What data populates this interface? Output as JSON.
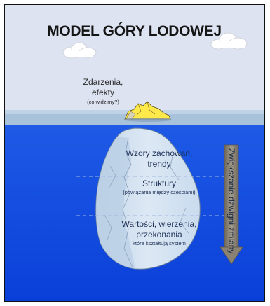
{
  "title": "MODEL GÓRY LODOWEJ",
  "above_water": {
    "label_line1": "Zdarzenia,",
    "label_line2": "efekty",
    "sublabel": "(co widzimy?)"
  },
  "levels": [
    {
      "line1": "Wzory zachowań,",
      "line2": "trendy",
      "sub": ""
    },
    {
      "line1": "Struktury",
      "line2": "",
      "sub": "(powiązania między częściami)"
    },
    {
      "line1": "Wartości, wierzenia,",
      "line2": "przekonania",
      "sub": "które kształtują system"
    }
  ],
  "arrow_label": "Zwiększanie dźwigni zmiany",
  "colors": {
    "sky": "#dde3f1",
    "sea": "#0d44dc",
    "iceberg_tip": "#ffe84a",
    "iceberg_under": "#cfe0ef",
    "arrow": "#8a8273"
  },
  "icons": [
    "cloud-icon",
    "iceberg-icon",
    "down-arrow-icon"
  ]
}
